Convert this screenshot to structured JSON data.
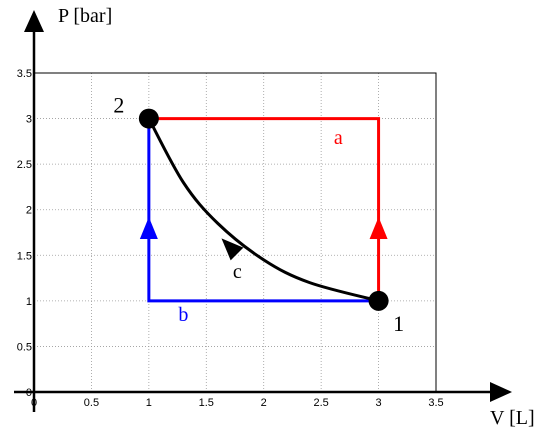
{
  "chart_data": {
    "type": "line",
    "xlabel": "V [L]",
    "ylabel": "P [bar]",
    "xlim": [
      0,
      3.5
    ],
    "ylim": [
      0,
      3.5
    ],
    "x_ticks": [
      "0",
      "0.5",
      "1",
      "1.5",
      "2",
      "2.5",
      "3",
      "3.5"
    ],
    "y_ticks": [
      "0",
      "0.5",
      "1",
      "1.5",
      "2",
      "2.5",
      "3",
      "3.5"
    ],
    "grid": true,
    "points": [
      {
        "name": "1",
        "x": 3,
        "y": 1
      },
      {
        "name": "2",
        "x": 1,
        "y": 3
      }
    ],
    "series": [
      {
        "name": "a",
        "color": "#ff0000",
        "x": [
          3,
          3,
          1
        ],
        "y": [
          1,
          3,
          3
        ],
        "arrow_at": [
          3,
          1.8
        ]
      },
      {
        "name": "b",
        "color": "#0000ff",
        "x": [
          3,
          1,
          1
        ],
        "y": [
          1,
          1,
          3
        ],
        "arrow_at": [
          1,
          1.8
        ]
      },
      {
        "name": "c",
        "color": "#000000",
        "x": [
          3,
          2.4,
          2.0,
          1.6,
          1.3,
          1.0
        ],
        "y": [
          1,
          1.2,
          1.45,
          1.85,
          2.3,
          3.0
        ],
        "arrow_at": [
          1.7,
          1.6
        ]
      }
    ]
  }
}
